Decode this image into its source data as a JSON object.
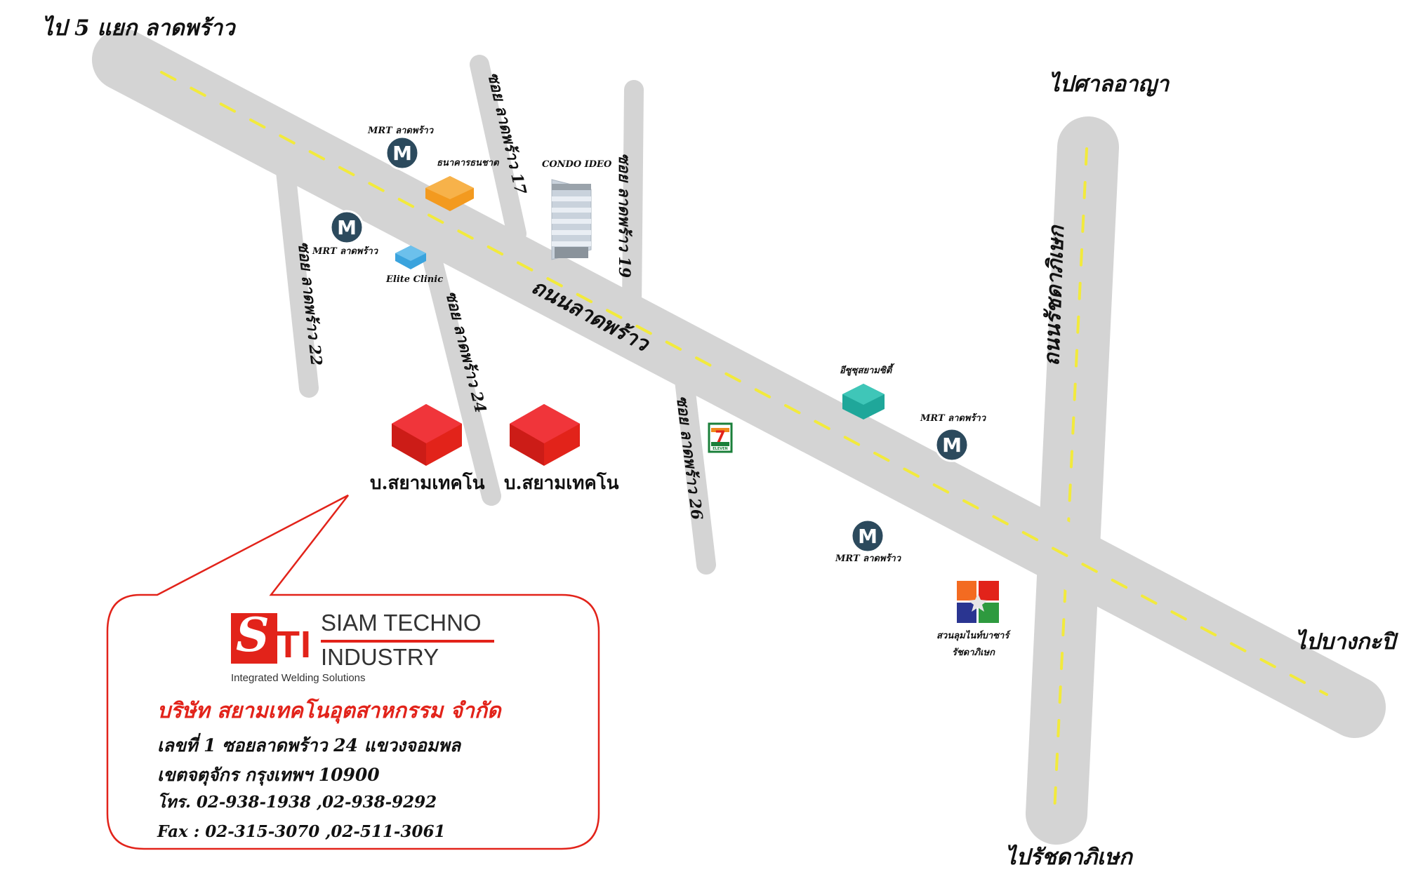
{
  "directions": {
    "top_left": "ไป 5 แยก ลาดพร้าว",
    "top_right": "ไปศาลอาญา",
    "right": "ไปบางกะปิ",
    "bottom": "ไปรัชดาภิเษก"
  },
  "roads": {
    "main": "ถนนลาดพร้าว",
    "ratchada": "ถนนรัชดาภิเษก",
    "soi_17": "ซอย ลาดพร้าว 17",
    "soi_19": "ซอย ลาดพร้าว 19",
    "soi_22": "ซอย ลาดพร้าว 22",
    "soi_24": "ซอย ลาดพร้าว 24",
    "soi_26": "ซอย ลาดพร้าว 26"
  },
  "landmarks": {
    "mrt_label": "MRT ลาดพร้าว",
    "mrt_letter": "M",
    "bank": "ธนาคารธนชาต",
    "condo": "CONDO IDEO",
    "clinic": "Elite Clinic",
    "esso": "อีซูซุสยามซิตี้",
    "seven_eleven": "7",
    "seven_eleven_sub": "ELEVEN",
    "park_line1": "สวนลุมไนท์บาซาร์",
    "park_line2": "รัชดาภิเษก",
    "company_building_1": "บ.สยามเทคโน",
    "company_building_2": "บ.สยามเทคโน"
  },
  "info": {
    "logo_s": "S",
    "logo_ti": "TI",
    "logo_line1": "SIAM TECHNO",
    "logo_line2": "INDUSTRY",
    "logo_tagline": "Integrated Welding Solutions",
    "company_name": "บริษัท สยามเทคโนอุตสาหกรรม จำกัด",
    "address_line1": "เลขที่ 1  ซอยลาดพร้าว 24  แขวงจอมพล",
    "address_line2": "เขตจตุจักร  กรุงเทพฯ  10900",
    "phone": "โทร. 02-938-1938 ,02-938-9292",
    "fax": "Fax : 02-315-3070 ,02-511-3061"
  },
  "colors": {
    "road": "#d4d4d4",
    "lane": "#f2ea3c",
    "brand_red": "#e2231a",
    "mrt": "#2c4a5d",
    "bank": "#f39a1f",
    "clinic": "#3aa3dd",
    "esso": "#1fa79a"
  }
}
